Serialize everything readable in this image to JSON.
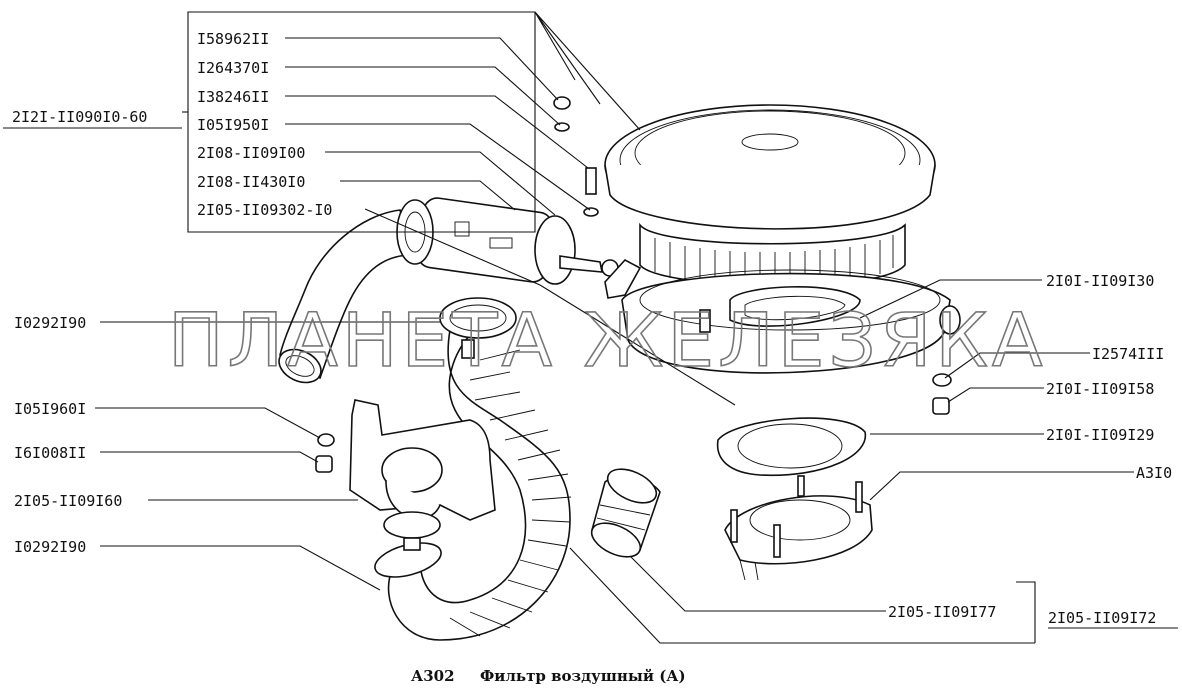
{
  "labels": {
    "l1": "I58962II",
    "l2": "I264370I",
    "l3": "I38246II",
    "l4": "I05I950I",
    "l5": "2I08-II09I00",
    "l6": "2I08-II430I0",
    "l7": "2I05-II09302-I0",
    "assembly_left": "2I2I-II090I0-60",
    "hose_top": "I0292I90",
    "washer1": "I05I960I",
    "nut1": "I6I008II",
    "intake": "2I05-II09I60",
    "hose_bottom": "I0292I90",
    "r1": "2I0I-II09I30",
    "r2": "I2574III",
    "r3": "2I0I-II09I58",
    "r4": "2I0I-II09I29",
    "r5": "A3I0",
    "b1": "2I05-II09I77",
    "b2": "2I05-II09I72"
  },
  "watermark": "ПЛАНЕТА ЖЕЛЕЗЯКА",
  "caption": {
    "code": "А302",
    "title": "Фильтр воздушный (А)"
  }
}
